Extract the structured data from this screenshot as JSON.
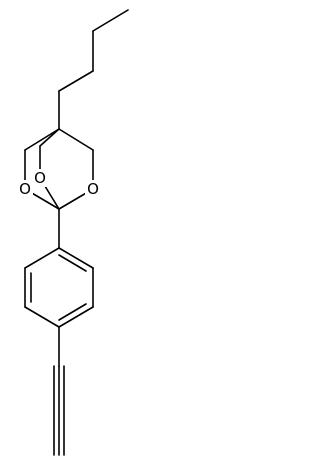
{
  "molecule": {
    "atoms": {
      "o_left": "O",
      "o_middle": "O",
      "o_right": "O"
    },
    "colors": {
      "bond": "#000000",
      "label": "#000000",
      "background": "#ffffff"
    }
  }
}
